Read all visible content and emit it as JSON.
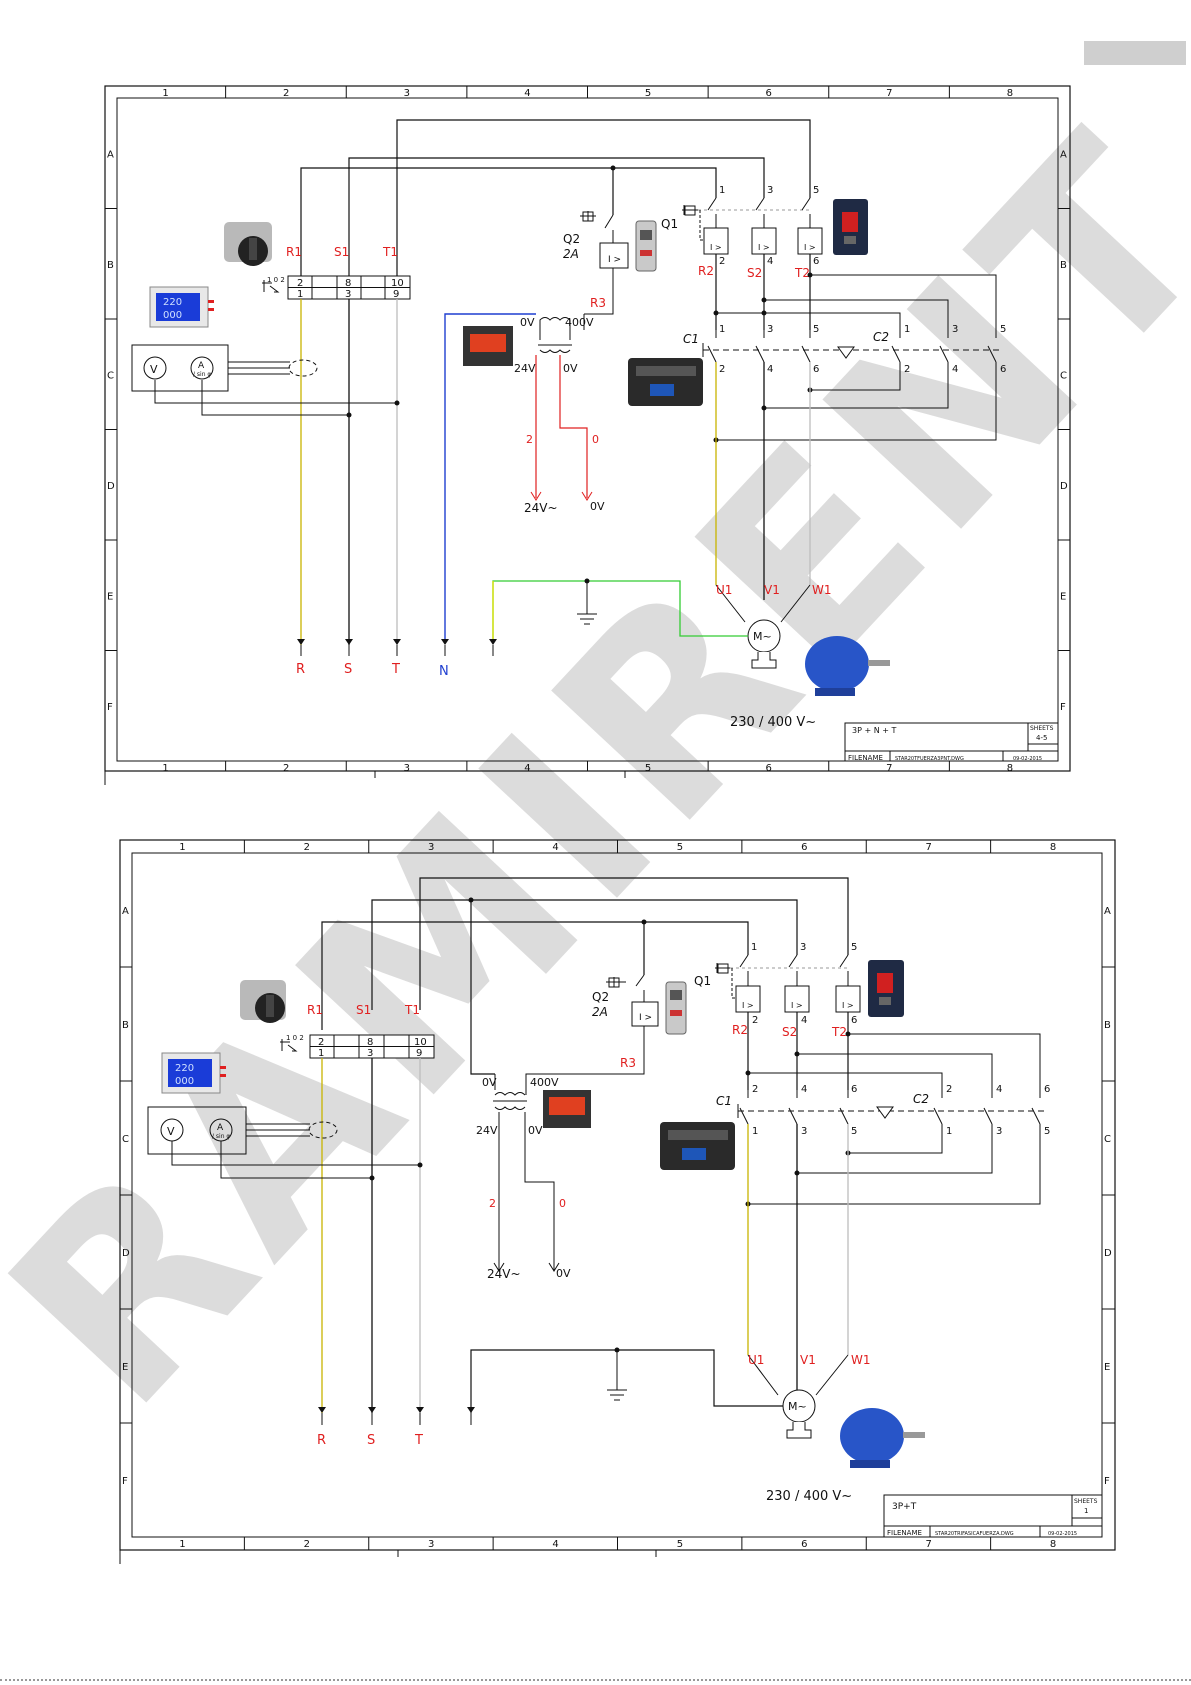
{
  "page": {
    "corner_tab_color": "#cfcfcf",
    "watermark": "RAMIRENT",
    "watermark_color": "#d9d9d9"
  },
  "colors": {
    "line": "#111111",
    "label_red": "#e02020",
    "phase_r": "#c8b400",
    "phase_t": "#bdbdbd",
    "neutral": "#1f3fd0",
    "earth_green": "#33cc33",
    "earth_yellow": "#e0e000"
  },
  "grid": {
    "columns": [
      "1",
      "2",
      "3",
      "4",
      "5",
      "6",
      "7",
      "8"
    ],
    "rows": [
      "A",
      "B",
      "C",
      "D",
      "E",
      "F"
    ]
  },
  "diagram1": {
    "main_switch_labels": [
      "R1",
      "S1",
      "T1"
    ],
    "terminal_top": [
      "2",
      "8",
      "10"
    ],
    "terminal_bottom": [
      "1",
      "3",
      "9"
    ],
    "selector_marks": "1 0 2",
    "meter_v": "V",
    "meter_a": "A",
    "meter_a_sub": "/ sin φ",
    "panel_display": [
      "220",
      "000"
    ],
    "q2_label": "Q2",
    "q2_rating": "2A",
    "q1_label": "Q1",
    "r3_label": "R3",
    "transformer_labels": {
      "in_0v": "0V",
      "in_400v": "400V",
      "out_24v": "24V",
      "out_0v": "0V"
    },
    "control_wires": [
      "2",
      "0"
    ],
    "control_outputs": [
      "24V~",
      "0V"
    ],
    "q1_top_numbers": [
      "1",
      "3",
      "5"
    ],
    "q1_bottom_numbers": [
      "2",
      "4",
      "6"
    ],
    "q1_out_labels": [
      "R2",
      "S2",
      "T2"
    ],
    "c1_label": "C1",
    "c2_label": "C2",
    "c1_top_numbers": [
      "1",
      "3",
      "5"
    ],
    "c1_bottom_numbers": [
      "2",
      "4",
      "6"
    ],
    "c2_top_numbers": [
      "1",
      "3",
      "5"
    ],
    "c2_bottom_numbers": [
      "2",
      "4",
      "6"
    ],
    "motor_labels": [
      "U1",
      "V1",
      "W1"
    ],
    "motor_symbol": "M~",
    "supply_labels": [
      "R",
      "S",
      "T",
      "N"
    ],
    "voltage_label": "230 / 400 V~",
    "title_block": {
      "title": "3P + N + T",
      "sheets_label": "SHEETS",
      "sheets_value": "4-5",
      "filename_label": "FILENAME",
      "filename": "STAR20TFUERZA3PNT.DWG",
      "date": "09-02-2015"
    }
  },
  "diagram2": {
    "main_switch_labels": [
      "R1",
      "S1",
      "T1"
    ],
    "terminal_top": [
      "2",
      "8",
      "10"
    ],
    "terminal_bottom": [
      "1",
      "3",
      "9"
    ],
    "selector_marks": "1 0 2",
    "meter_v": "V",
    "meter_a": "A",
    "meter_a_sub": "/ sin φ",
    "panel_display": [
      "220",
      "000"
    ],
    "q2_label": "Q2",
    "q2_rating": "2A",
    "q1_label": "Q1",
    "r3_label": "R3",
    "transformer_labels": {
      "in_0v": "0V",
      "in_400v": "400V",
      "out_24v": "24V",
      "out_0v": "0V"
    },
    "control_wires": [
      "2",
      "0"
    ],
    "control_outputs": [
      "24V~",
      "0V"
    ],
    "q1_top_numbers": [
      "1",
      "3",
      "5"
    ],
    "q1_bottom_numbers": [
      "2",
      "4",
      "6"
    ],
    "q1_out_labels": [
      "R2",
      "S2",
      "T2"
    ],
    "c1_label": "C1",
    "c2_label": "C2",
    "c1_top_numbers": [
      "2",
      "4",
      "6"
    ],
    "c1_bottom_numbers": [
      "1",
      "3",
      "5"
    ],
    "c2_top_numbers": [
      "2",
      "4",
      "6"
    ],
    "c2_bottom_numbers": [
      "1",
      "3",
      "5"
    ],
    "motor_labels": [
      "U1",
      "V1",
      "W1"
    ],
    "motor_symbol": "M~",
    "supply_labels": [
      "R",
      "S",
      "T"
    ],
    "voltage_label": "230 / 400 V~",
    "title_block": {
      "title": "3P+T",
      "sheets_label": "SHEETS",
      "sheets_value": "1",
      "filename_label": "FILENAME",
      "filename": "STAR20TRIFASICAFUERZA.DWG",
      "date": "09-02-2015"
    }
  }
}
